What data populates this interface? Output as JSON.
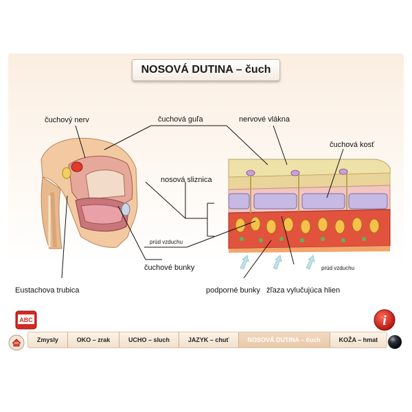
{
  "title": "NOSOVÁ DUTINA – čuch",
  "labels": {
    "cuchovy_nerv": "čuchový nerv",
    "cuchova_gula": "čuchová guľa",
    "nervove_vlakna": "nervové vlákna",
    "cuchova_kost": "čuchová kosť",
    "nosova_sliznica": "nosová sliznica",
    "prud_vzduchu_left": "prúd vzduchu",
    "prud_vzduchu_right": "prúd vzduchu",
    "cuchove_bunky": "čuchové bunky",
    "eustachova_trubica": "Eustachova trubica",
    "podporne_bunky": "podporné bunky",
    "zlaza": "žľaza vylučujúca hlien"
  },
  "abc_label": "ABC",
  "info_label": "i",
  "nav": {
    "tabs": [
      {
        "label": "Zmysly"
      },
      {
        "label": "OKO – zrak"
      },
      {
        "label": "UCHO – sluch"
      },
      {
        "label": "JAZYK – chuť"
      },
      {
        "label": "NOSOVÁ DUTINA – čuch"
      },
      {
        "label": "KOŽA – hmat"
      }
    ],
    "active_index": 4
  },
  "colors": {
    "accent": "#d6261e",
    "panel_top": "#fbeee1",
    "tab_active": "#e9c8a8"
  }
}
